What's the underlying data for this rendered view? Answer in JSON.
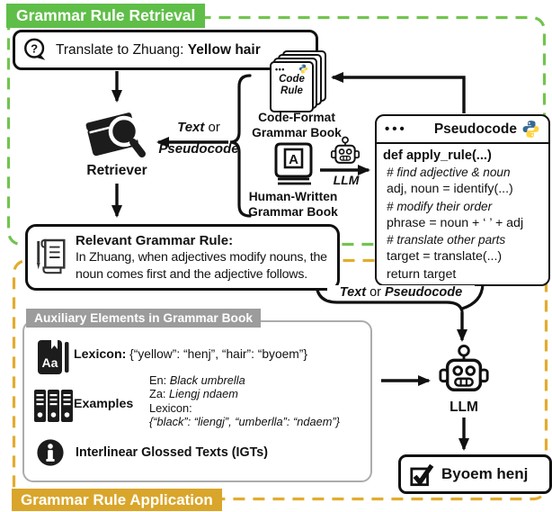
{
  "banners": {
    "retrieval": "Grammar Rule Retrieval",
    "application": "Grammar Rule Application",
    "auxiliary": "Auxiliary Elements in Grammar Book"
  },
  "colors": {
    "green": "#5FBE48",
    "green_dash": "#72C44F",
    "gold": "#D9A62B",
    "gold_dash": "#E2AC2E",
    "gray": "#9C9C9C"
  },
  "query": {
    "prefix": "Translate to Zhuang: ",
    "phrase": "Yellow hair"
  },
  "retriever": {
    "label": "Retriever"
  },
  "arrow_label_books_to_retriever": {
    "text_bold": "Text",
    "or": " or",
    "pseudocode_bold": "Pseudocode"
  },
  "books": {
    "code_stack": {
      "dots": "•••",
      "line1": "Code",
      "line2": "Rule"
    },
    "code_label": {
      "line1": "Code-Format",
      "line2": "Grammar Book"
    },
    "human_label": {
      "line1": "Human-Written",
      "line2": "Grammar Book"
    },
    "llm_small_label": "LLM"
  },
  "pseudocode_window": {
    "dots": "•••",
    "title": "Pseudocode",
    "lines": [
      {
        "text": "def apply_rule(...)",
        "style": "bold"
      },
      {
        "text": "# find adjective & noun",
        "style": "comment"
      },
      {
        "text": "adj, noun = identify(...)",
        "style": "code"
      },
      {
        "text": "# modify their order",
        "style": "comment"
      },
      {
        "text": "phrase = noun + ‘ ’ + adj",
        "style": "code"
      },
      {
        "text": "# translate other parts",
        "style": "comment"
      },
      {
        "text": "target = translate(...)",
        "style": "code"
      },
      {
        "text": "return target",
        "style": "code"
      }
    ]
  },
  "rule_box": {
    "title": "Relevant Grammar Rule:",
    "body_line1": "In Zhuang, when adjectives modify nouns, the",
    "body_line2": "noun comes first and the adjective follows."
  },
  "merge_label": {
    "text_bold": "Text",
    "or": " or ",
    "pseudocode_bold": "Pseudocode"
  },
  "llm": {
    "label": "LLM"
  },
  "result": {
    "text": "Byoem henj"
  },
  "auxiliary": {
    "lexicon": {
      "label": "Lexicon:",
      "value": " {“yellow”: “henj”, “hair”: “byoem”}"
    },
    "examples": {
      "label": "Examples",
      "en_prefix": "En: ",
      "en_italic": "Black umbrella",
      "za_prefix": "Za: ",
      "za_italic": "Liengj ndaem",
      "lexicon_line": "Lexicon:",
      "lexicon_value": "{“black”: “liengj”, “umberlla”: “ndaem”}"
    },
    "igt": "Interlinear Glossed Texts (IGTs)"
  }
}
